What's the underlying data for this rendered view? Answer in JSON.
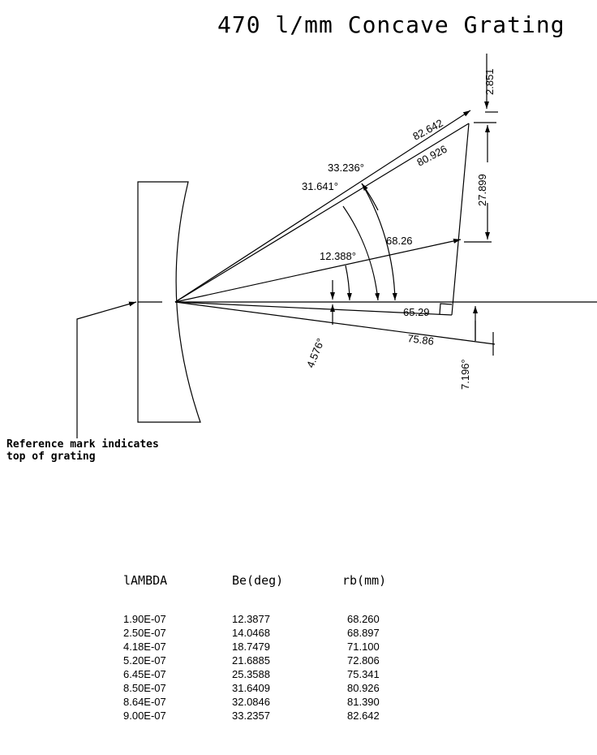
{
  "title": "470 l/mm Concave Grating",
  "diagram": {
    "labels": {
      "r_max": "82.642",
      "r_850": "80.926",
      "r_min": "68.26",
      "r_65": "65.29",
      "r_75": "75.86",
      "d_2851": "2.851",
      "d_27899": "27.899",
      "d_7196": "7.196°",
      "a_33236": "33.236°",
      "a_31641": "31.641°",
      "a_12388": "12.388°",
      "a_4576": "4.576°"
    },
    "note_line1": "Reference mark indicates",
    "note_line2": "top of grating"
  },
  "table": {
    "headers": [
      "lAMBDA",
      "Be(deg)",
      "rb(mm)"
    ],
    "lambda": [
      "1.90E-07",
      "2.50E-07",
      "4.18E-07",
      "5.20E-07",
      "6.45E-07",
      "8.50E-07",
      "8.64E-07",
      "9.00E-07"
    ],
    "be": [
      "12.3877",
      "14.0468",
      "18.7479",
      "21.6885",
      "25.3588",
      "31.6409",
      "32.0846",
      "33.2357"
    ],
    "rb": [
      "68.260",
      "68.897",
      "71.100",
      "72.806",
      "75.341",
      "80.926",
      "81.390",
      "82.642"
    ]
  }
}
